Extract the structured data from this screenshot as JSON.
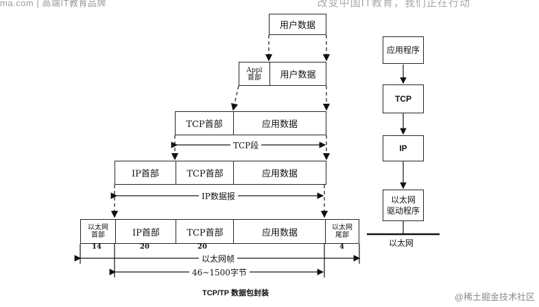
{
  "header": {
    "left": "ma.com  |  高端IT教育品牌",
    "right": "改变中国IT教育，我们正在行动"
  },
  "diagram": {
    "user_data": "用户数据",
    "appl_header": "Appl\n首部",
    "tcp_header": "TCP首部",
    "app_data": "应用数据",
    "tcp_segment": "TCP段",
    "ip_header": "IP首部",
    "ip_datagram": "IP数据报",
    "eth_header": "以太网\n首部",
    "eth_trailer": "以太网\n尾部",
    "eth_frame": "以太网帧",
    "size_range": "46~1500字节",
    "num_eth_header": "14",
    "num_ip": "20",
    "num_tcp": "20",
    "num_trailer": "4",
    "caption": "TCP/TP 数据包封装"
  },
  "stack": {
    "app": "应用程序",
    "tcp": "TCP",
    "ip": "IP",
    "driver": "以太网\n驱动程序",
    "ethernet": "以太网"
  },
  "watermark": "@稀土掘金技术社区"
}
